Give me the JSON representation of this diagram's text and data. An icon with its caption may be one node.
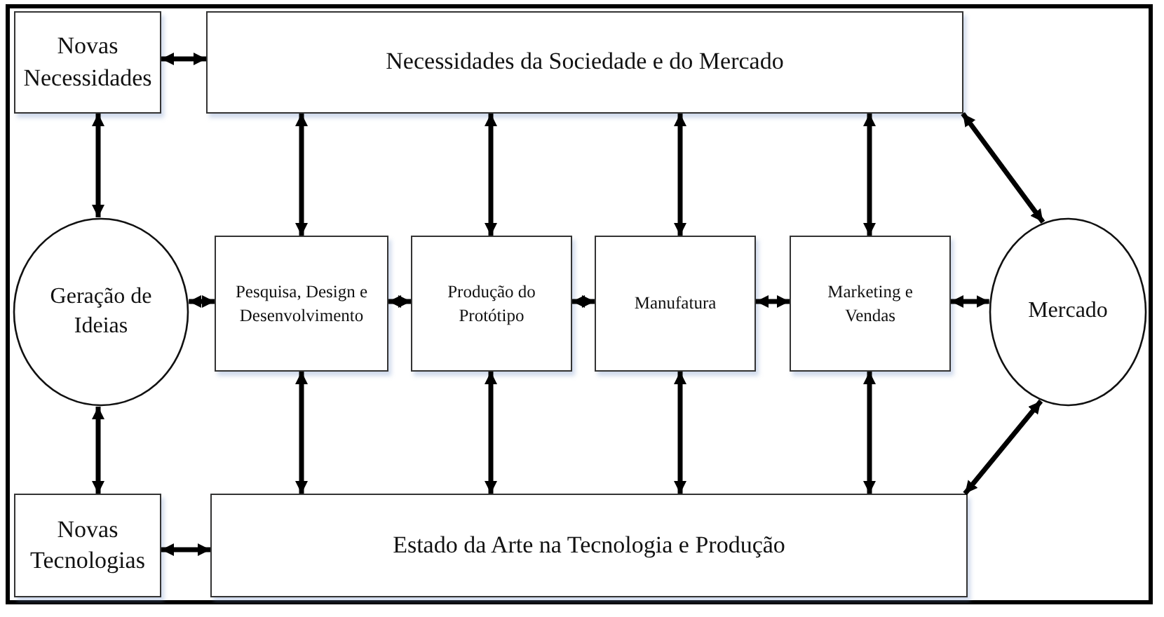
{
  "diagram": {
    "nodes": [
      {
        "text": [
          "Novas Necessidades"
        ]
      },
      {
        "text": [
          "Necessidades da Sociedade e do Mercado"
        ]
      },
      {
        "text": [
          "Geração de Ideias"
        ]
      },
      {
        "text": [
          "Pesquisa, Design e Desenvolvimento"
        ]
      },
      {
        "text": [
          "Produção do Protótipo"
        ]
      },
      {
        "text": [
          "Manufatura"
        ]
      },
      {
        "text": [
          "Marketing e Vendas"
        ]
      },
      {
        "text": [
          "Mercado"
        ]
      },
      {
        "text": [
          "Novas Tecnologias"
        ]
      },
      {
        "text": [
          "Estado da Arte na Tecnologia e Produção"
        ]
      }
    ],
    "edges": [
      {
        "from": 0,
        "to": 1,
        "arrow": "both"
      },
      {
        "from": 0,
        "to": 2,
        "arrow": "both"
      },
      {
        "from": 1,
        "to": 3,
        "arrow": "both"
      },
      {
        "from": 1,
        "to": 4,
        "arrow": "both"
      },
      {
        "from": 1,
        "to": 5,
        "arrow": "both"
      },
      {
        "from": 1,
        "to": 6,
        "arrow": "both"
      },
      {
        "from": 1,
        "to": 7,
        "arrow": "both"
      },
      {
        "from": 2,
        "to": 3,
        "arrow": "both"
      },
      {
        "from": 3,
        "to": 4,
        "arrow": "both"
      },
      {
        "from": 4,
        "to": 5,
        "arrow": "both"
      },
      {
        "from": 5,
        "to": 6,
        "arrow": "both"
      },
      {
        "from": 6,
        "to": 7,
        "arrow": "both"
      },
      {
        "from": 2,
        "to": 8,
        "arrow": "both"
      },
      {
        "from": 3,
        "to": 9,
        "arrow": "both"
      },
      {
        "from": 4,
        "to": 9,
        "arrow": "both"
      },
      {
        "from": 5,
        "to": 9,
        "arrow": "both"
      },
      {
        "from": 6,
        "to": 9,
        "arrow": "both"
      },
      {
        "from": 9,
        "to": 7,
        "arrow": "both"
      },
      {
        "from": 8,
        "to": 9,
        "arrow": "both"
      }
    ]
  }
}
